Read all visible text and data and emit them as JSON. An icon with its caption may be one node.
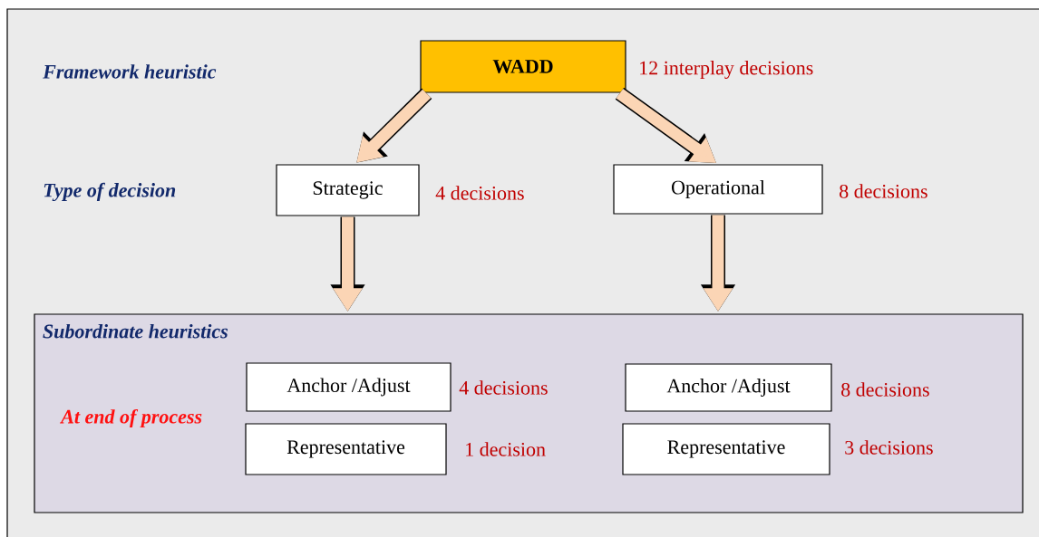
{
  "diagram": {
    "nodes": [
      {
        "text": [
          "WADD"
        ],
        "beside": [
          "12 interplay decisions"
        ]
      },
      {
        "text": [
          "Strategic"
        ],
        "beside": [
          "4 decisions"
        ]
      },
      {
        "text": [
          "Operational"
        ],
        "beside": [
          "8 decisions"
        ]
      },
      {
        "text": [
          "Subordinate heuristics"
        ]
      },
      {
        "text": [
          "Anchor /Adjust"
        ],
        "in": 3,
        "beside": [
          "4 decisions"
        ]
      },
      {
        "text": [
          "Representative"
        ],
        "in": 3,
        "beside": [
          "1 decision"
        ]
      },
      {
        "text": [
          "Anchor /Adjust"
        ],
        "in": 3,
        "beside": [
          "8 decisions"
        ]
      },
      {
        "text": [
          "Representative"
        ],
        "in": 3,
        "beside": [
          "3 decisions"
        ]
      }
    ],
    "edges": [
      {
        "from": 0,
        "to": 1,
        "arrow": "to"
      },
      {
        "from": 0,
        "to": 2,
        "arrow": "to"
      },
      {
        "from": 1,
        "to": 3,
        "arrow": "to"
      },
      {
        "from": 2,
        "to": 3,
        "arrow": "to"
      }
    ],
    "labels": [
      "Framework heuristic",
      "Type of decision",
      "At end of process"
    ]
  }
}
